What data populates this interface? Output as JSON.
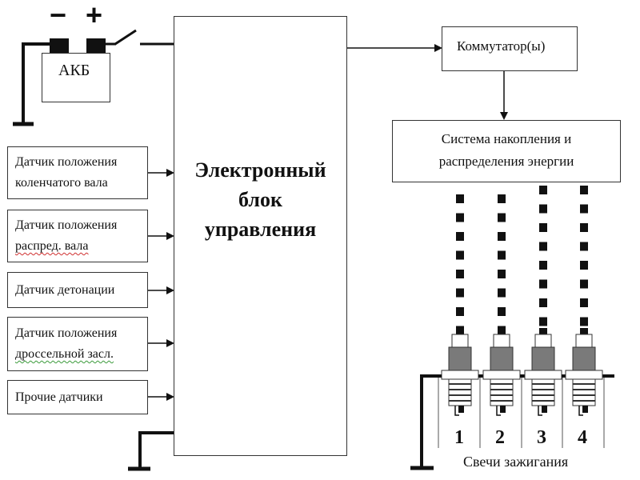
{
  "battery": {
    "label": "АКБ",
    "minus_sign": "−",
    "plus_sign": "+"
  },
  "sensors": [
    {
      "line1": "Датчик положения",
      "line2": "коленчатого вала"
    },
    {
      "line1": "Датчик положения",
      "line2": "распред. вала"
    },
    {
      "line1": "Датчик детонации",
      "line2": ""
    },
    {
      "line1": "Датчик положения",
      "line2": "дроссельной засл."
    },
    {
      "line1": "Прочие датчики",
      "line2": ""
    }
  ],
  "ecu": {
    "line1": "Электронный",
    "line2": "блок",
    "line3": "управления"
  },
  "commutator": {
    "label": "Коммутатор(ы)"
  },
  "energy_system": {
    "line1": "Система накопления и",
    "line2": "распределения энергии"
  },
  "spark_plugs": {
    "numbers": [
      "1",
      "2",
      "3",
      "4"
    ],
    "caption": "Свечи зажигания"
  },
  "colors": {
    "line": "#111111",
    "insulator": "#7a7a7a",
    "box_border": "#333333"
  }
}
